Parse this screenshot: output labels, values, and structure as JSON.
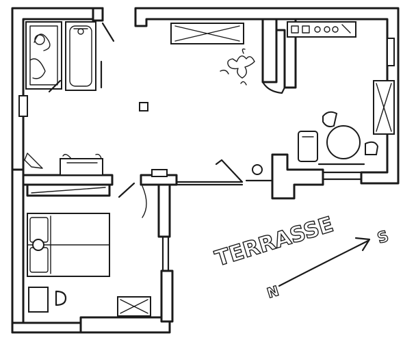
{
  "plan": {
    "terrace_label": "TERRASSE",
    "compass": {
      "north": "N",
      "south": "S"
    }
  },
  "colors": {
    "ink": "#1a1a1a",
    "paper": "#ffffff"
  },
  "icons": [
    "bathtub-icon",
    "sink-icon",
    "toilet-icon",
    "kitchen-counter-icon",
    "stove-icon",
    "dining-table-icon",
    "chair-icon",
    "armchair-icon",
    "sofa-icon",
    "double-bed-icon",
    "bedside-table-icon",
    "wardrobe-icon",
    "cabinet-icon",
    "plant-icon",
    "pillar-icon",
    "door-swing-icon",
    "compass-arrow-icon"
  ]
}
